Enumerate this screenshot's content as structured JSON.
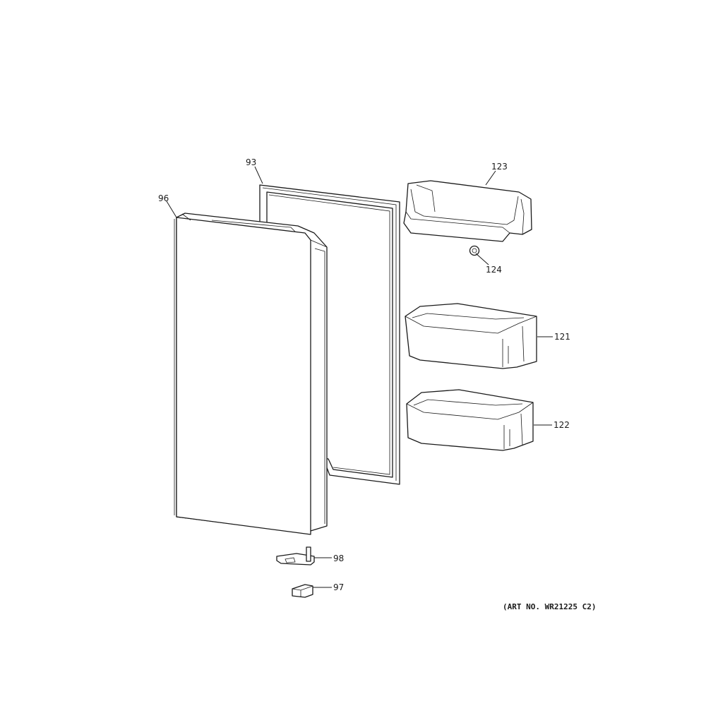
{
  "parts": [
    {
      "id": "door",
      "label": "96"
    },
    {
      "id": "gasket",
      "label": "93"
    },
    {
      "id": "bin_top",
      "label": "123"
    },
    {
      "id": "cap",
      "label": "124"
    },
    {
      "id": "bin_mid",
      "label": "121"
    },
    {
      "id": "bin_low",
      "label": "122"
    },
    {
      "id": "hinge",
      "label": "98"
    },
    {
      "id": "cover",
      "label": "97"
    }
  ],
  "art_number": "(ART NO. WR21225 C2)"
}
